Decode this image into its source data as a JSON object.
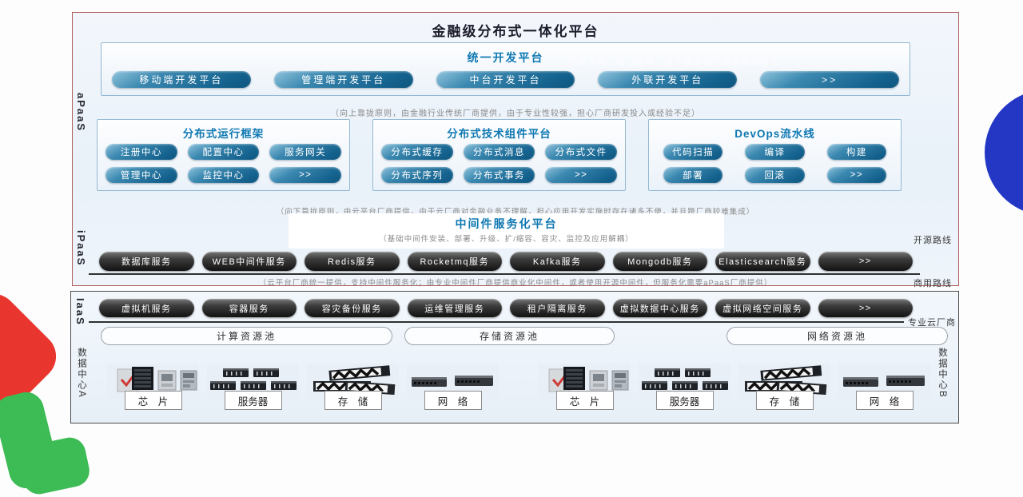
{
  "page": {
    "title": "金融级分布式一体化平台"
  },
  "side_labels": {
    "apaas": "aPaaS",
    "ipaas": "iPaaS",
    "iaas": "IaaS",
    "dc_a": "数据中心A",
    "dc_b": "数据中心B"
  },
  "route_labels": {
    "open_source": "开源路线",
    "commercial": "商用路线",
    "vendor": "专业云厂商"
  },
  "unified_dev": {
    "title": "统一开发平台",
    "faint_note": "开发平台＋核心应用（由于需要进行相关改造投入）",
    "buttons": [
      "移动端开发平台",
      "管理端开发平台",
      "中台开发平台",
      "外联开发平台",
      ">>"
    ]
  },
  "note_apaas": "（向上靠拢原则，由金融行业传统厂商提供，由于专业性较强，担心厂商研发投入或经验不足）",
  "framework_boxes": [
    {
      "title": "分布式运行框架",
      "buttons": [
        "注册中心",
        "配置中心",
        "服务网关",
        "管理中心",
        "监控中心",
        ">>"
      ]
    },
    {
      "title": "分布式技术组件平台",
      "buttons": [
        "分布式缓存",
        "分布式消息",
        "分布式文件",
        "分布式序列",
        "分布式事务",
        ">>"
      ]
    },
    {
      "title": "DevOps流水线",
      "buttons": [
        "代码扫描",
        "编译",
        "构建",
        "部署",
        "回滚",
        ">>"
      ]
    }
  ],
  "note_ipaas": "（向下靠拢原则，由云平台厂商提供，由于云厂商对金融业务不理解，担心应用开发实施时存在诸多不便，并且跨厂商较难集成）",
  "middleware": {
    "title": "中间件服务化平台",
    "subtitle": "（基础中间件安装、部署、升级、扩/缩容、容灾、监控及应用解耦）",
    "services": [
      "数据库服务",
      "WEB中间件服务",
      "Redis服务",
      "Rocketmq服务",
      "Kafka服务",
      "Mongodb服务",
      "Elasticsearch服务",
      ">>"
    ]
  },
  "note_services": "（云平台厂商统一提供，支持中间件服务化；由专业中间件厂商提供商业化中间件，或者使用开源中间件，但服务化需要aPaaS厂商提供）",
  "iaas": {
    "services": [
      "虚拟机服务",
      "容器服务",
      "容灾备份服务",
      "运维管理服务",
      "租户隔离服务",
      "虚拟数据中心服务",
      "虚拟网络空间服务",
      ">>"
    ],
    "pools": [
      "计算资源池",
      "存储资源池",
      "网络资源池"
    ],
    "hardware_labels": [
      "芯　片",
      "服务器",
      "存　储",
      "网　络"
    ]
  },
  "colors": {
    "accent_blue": "#0e78b2",
    "frame_red": "#b05f5e",
    "frame_dark": "#4c4c4c",
    "deco_blue": "#2337c4",
    "deco_red": "#e8352e",
    "deco_green": "#3dbb54"
  }
}
